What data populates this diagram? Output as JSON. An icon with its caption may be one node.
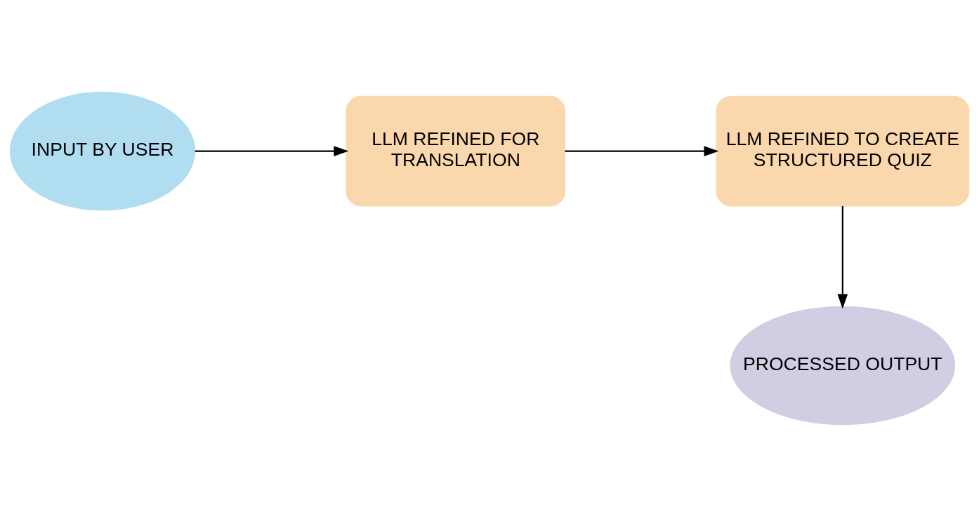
{
  "diagram": {
    "nodes": [
      {
        "text": [
          "INPUT BY USER"
        ]
      },
      {
        "text": [
          "LLM REFINED FOR TRANSLATION"
        ]
      },
      {
        "text": [
          "LLM REFINED TO CREATE STRUCTURED QUIZ"
        ]
      },
      {
        "text": [
          "PROCESSED OUTPUT"
        ]
      }
    ],
    "edges": [
      {
        "from": 0,
        "to": 1,
        "arrow": "to"
      },
      {
        "from": 1,
        "to": 2,
        "arrow": "to"
      },
      {
        "from": 2,
        "to": 3,
        "arrow": "to"
      }
    ]
  }
}
